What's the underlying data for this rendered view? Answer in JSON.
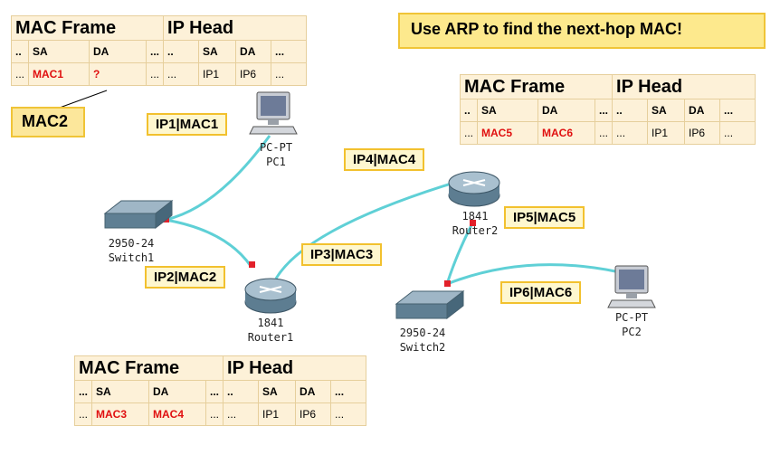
{
  "banner": "Use ARP to find the next-hop MAC!",
  "callout": "MAC2",
  "frames": {
    "top_left": {
      "mac_title": "MAC Frame",
      "ip_title": "IP Head",
      "header": [
        "..",
        "SA",
        "DA",
        "...",
        "..",
        "SA",
        "DA",
        "..."
      ],
      "values": [
        "...",
        "MAC1",
        "?",
        "...",
        "...",
        "IP1",
        "IP6",
        "..."
      ]
    },
    "top_right": {
      "mac_title": "MAC Frame",
      "ip_title": "IP Head",
      "header": [
        "..",
        "SA",
        "DA",
        "...",
        "..",
        "SA",
        "DA",
        "..."
      ],
      "values": [
        "...",
        "MAC5",
        "MAC6",
        "...",
        "...",
        "IP1",
        "IP6",
        "..."
      ]
    },
    "bottom": {
      "mac_title": "MAC Frame",
      "ip_title": "IP Head",
      "header": [
        "...",
        "SA",
        "DA",
        "...",
        "..",
        "SA",
        "DA",
        "..."
      ],
      "values": [
        "...",
        "MAC3",
        "MAC4",
        "...",
        "...",
        "IP1",
        "IP6",
        "..."
      ]
    }
  },
  "links": {
    "l1": "IP1|MAC1",
    "l2": "IP2|MAC2",
    "l3": "IP3|MAC3",
    "l4": "IP4|MAC4",
    "l5": "IP5|MAC5",
    "l6": "IP6|MAC6"
  },
  "devices": {
    "pc1": [
      "PC-PT",
      "PC1"
    ],
    "pc2": [
      "PC-PT",
      "PC2"
    ],
    "switch1": [
      "2950-24",
      "Switch1"
    ],
    "switch2": [
      "2950-24",
      "Switch2"
    ],
    "router1": [
      "1841",
      "Router1"
    ],
    "router2": [
      "1841",
      "Router2"
    ]
  },
  "colors": {
    "link": "#5fd0d6",
    "port": "#e2202a",
    "red_text": "#e01010",
    "label_border": "#f2c12e"
  }
}
